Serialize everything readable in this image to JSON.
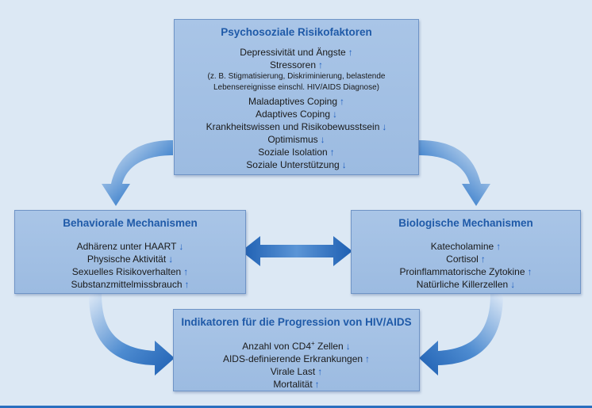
{
  "colors": {
    "background": "#dce8f4",
    "box": "#a9c5e7",
    "title": "#1f5aa8",
    "arrow": "#1f5fc0"
  },
  "psychosocial": {
    "title": "Psychosoziale Risikofaktoren",
    "items": [
      {
        "text": "Depressivität und Ängste",
        "arrow": "↑"
      },
      {
        "text": "Stressoren",
        "arrow": "↑"
      }
    ],
    "note_line1": "(z. B. Stigmatisierung, Diskriminierung, belastende",
    "note_line2": "Lebensereignisse einschl. HIV/AIDS Diagnose)",
    "items2": [
      {
        "text": "Maladaptives Coping",
        "arrow": "↑"
      },
      {
        "text": "Adaptives Coping",
        "arrow": "↓"
      },
      {
        "text": "Krankheitswissen und Risikobewusstsein",
        "arrow": "↓"
      },
      {
        "text": "Optimismus",
        "arrow": "↓"
      },
      {
        "text": "Soziale Isolation",
        "arrow": "↑"
      },
      {
        "text": "Soziale Unterstützung",
        "arrow": "↓"
      }
    ]
  },
  "behavioral": {
    "title": "Behaviorale Mechanismen",
    "items": [
      {
        "text": "Adhärenz unter HAART",
        "arrow": "↓"
      },
      {
        "text": "Physische Aktivität",
        "arrow": "↓"
      },
      {
        "text": "Sexuelles Risikoverhalten",
        "arrow": "↑"
      },
      {
        "text": "Substanzmittelmissbrauch",
        "arrow": "↑"
      }
    ]
  },
  "biological": {
    "title": "Biologische Mechanismen",
    "items": [
      {
        "text": "Katecholamine",
        "arrow": "↑"
      },
      {
        "text": "Cortisol",
        "arrow": "↑"
      },
      {
        "text": "Proinflammatorische Zytokine",
        "arrow": "↑"
      },
      {
        "text": "Natürliche Killerzellen",
        "arrow": "↓"
      }
    ]
  },
  "indicators": {
    "title": "Indikatoren für die Progression von HIV/AIDS",
    "cd4_text": "Anzahl von CD4",
    "cd4_sup": "+",
    "cd4_text_after": " Zellen",
    "cd4_arrow": "↓",
    "items": [
      {
        "text": "AIDS-definierende Erkrankungen",
        "arrow": "↑"
      },
      {
        "text": "Virale Last",
        "arrow": "↑"
      },
      {
        "text": "Mortalität",
        "arrow": "↑"
      }
    ]
  }
}
